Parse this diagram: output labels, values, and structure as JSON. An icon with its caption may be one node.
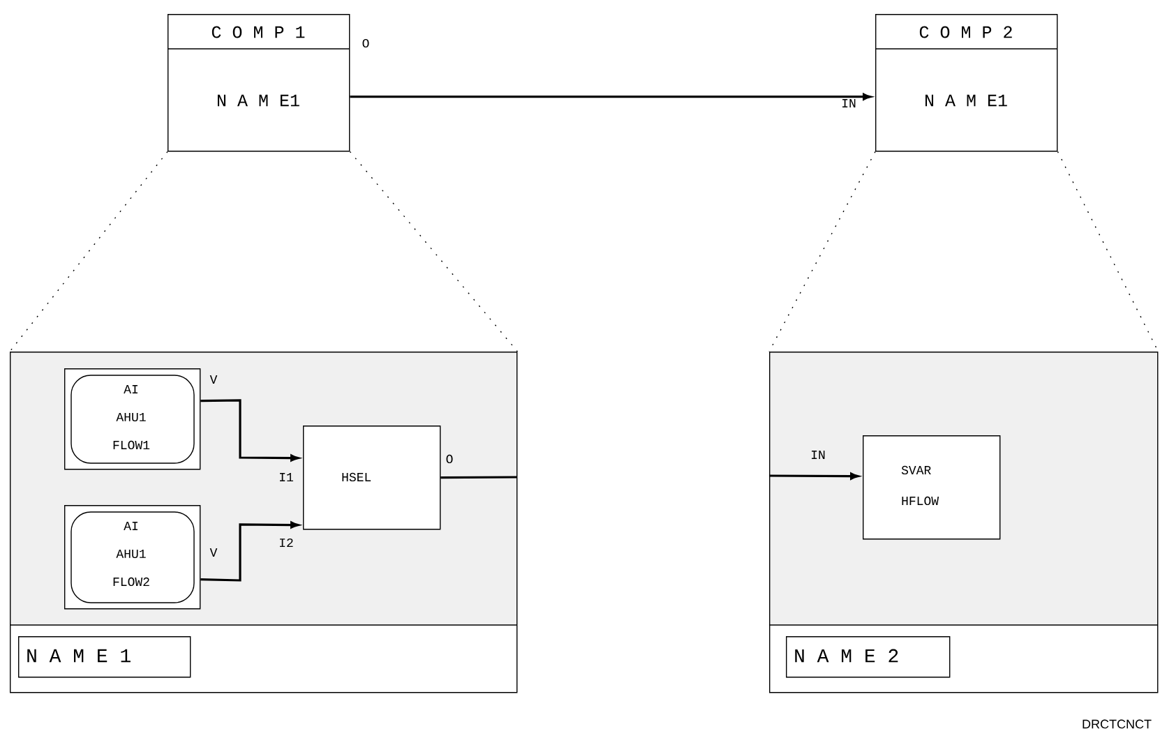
{
  "diagram": {
    "nodes": [
      {
        "text": [
          "C O M P 1",
          "N A M E1"
        ],
        "beside": [
          "O"
        ]
      },
      {
        "text": [
          "C O M P 2",
          "N A M E1"
        ],
        "beside": [
          "IN"
        ]
      },
      {
        "text": [],
        "shape": "box"
      },
      {
        "text": [
          "N A M E 1"
        ],
        "in": 2
      },
      {
        "text": [
          "AI",
          "AHU1",
          "FLOW1"
        ],
        "in": 2,
        "beside": [
          "V"
        ]
      },
      {
        "text": [
          "AI",
          "AHU1",
          "FLOW2"
        ],
        "in": 2,
        "beside": [
          "V"
        ]
      },
      {
        "text": [
          "HSEL"
        ],
        "in": 2,
        "beside": [
          "O",
          "I1",
          "I2"
        ]
      },
      {
        "text": [],
        "shape": "box"
      },
      {
        "text": [
          "N A M E 2"
        ],
        "in": 7
      },
      {
        "text": [
          "SVAR",
          "HFLOW"
        ],
        "in": 7,
        "beside": [
          "IN"
        ]
      }
    ],
    "edges": [
      {
        "from": 0,
        "to": 1,
        "arrow": "to"
      },
      {
        "from": 0,
        "to": 2,
        "arrow": "none",
        "style": "dashed"
      },
      {
        "from": 0,
        "to": 2,
        "arrow": "none",
        "style": "dashed"
      },
      {
        "from": 1,
        "to": 7,
        "arrow": "none",
        "style": "dashed"
      },
      {
        "from": 1,
        "to": 7,
        "arrow": "none",
        "style": "dashed"
      },
      {
        "from": 4,
        "to": 6,
        "arrow": "to"
      },
      {
        "from": 5,
        "to": 6,
        "arrow": "to"
      },
      {
        "from": 6,
        "to": null,
        "arrow": "none"
      },
      {
        "from": null,
        "to": 9,
        "arrow": "to"
      }
    ],
    "labels": [
      "DRCTCNCT"
    ]
  }
}
